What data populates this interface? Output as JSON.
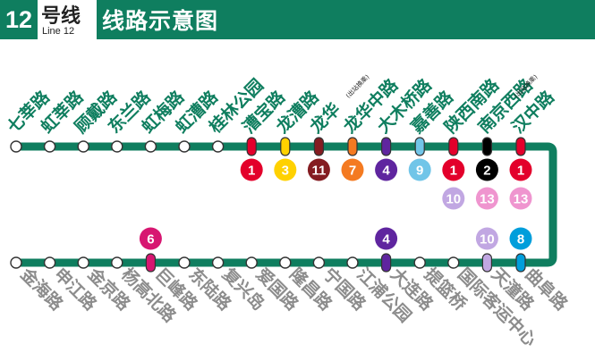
{
  "header": {
    "line_number": "12",
    "line_name_cn": "号线",
    "line_name_en": "Line 12",
    "title": "线路示意图"
  },
  "colors": {
    "line": "#0f7e5f",
    "upper_label": "#0f7e5f",
    "lower_label": "#8c8c8c"
  },
  "line_colors": {
    "1": "#e3002b",
    "3": "#ffd100",
    "4": "#5f259f",
    "6": "#d71671",
    "7": "#f47a21",
    "8": "#009edb",
    "9": "#71c5e8",
    "10": "#c1a7e2",
    "11": "#841c21",
    "13": "#ef95cf"
  },
  "stations_top": [
    {
      "name": "七莘路",
      "interchanges": []
    },
    {
      "name": "虹莘路",
      "interchanges": []
    },
    {
      "name": "顾戴路",
      "interchanges": []
    },
    {
      "name": "东兰路",
      "interchanges": []
    },
    {
      "name": "虹梅路",
      "interchanges": []
    },
    {
      "name": "虹漕路",
      "interchanges": []
    },
    {
      "name": "桂林公园",
      "interchanges": []
    },
    {
      "name": "漕宝路",
      "interchanges": [
        "1"
      ]
    },
    {
      "name": "龙漕路",
      "interchanges": [
        "3"
      ]
    },
    {
      "name": "龙华",
      "note": "(出站换乘)",
      "interchanges": [
        "11"
      ]
    },
    {
      "name": "龙华中路",
      "interchanges": [
        "7"
      ]
    },
    {
      "name": "大木桥路",
      "interchanges": [
        "4"
      ]
    },
    {
      "name": "嘉善路",
      "interchanges": [
        "9"
      ]
    },
    {
      "name": "陕西南路",
      "interchanges": [
        "1",
        "10"
      ]
    },
    {
      "name": "南京西路",
      "note": "(出站换乘)",
      "interchanges": [
        "2",
        "13"
      ]
    },
    {
      "name": "汉中路",
      "interchanges": [
        "1",
        "13"
      ]
    }
  ],
  "stations_bottom": [
    {
      "name": "金海路",
      "interchanges": []
    },
    {
      "name": "申江路",
      "interchanges": []
    },
    {
      "name": "金京路",
      "interchanges": []
    },
    {
      "name": "杨高北路",
      "interchanges": []
    },
    {
      "name": "巨峰路",
      "interchanges": [
        "6"
      ]
    },
    {
      "name": "东陆路",
      "interchanges": []
    },
    {
      "name": "复兴岛",
      "interchanges": []
    },
    {
      "name": "爱国路",
      "interchanges": []
    },
    {
      "name": "隆昌路",
      "interchanges": []
    },
    {
      "name": "宁国路",
      "interchanges": []
    },
    {
      "name": "江浦公园",
      "interchanges": []
    },
    {
      "name": "大连路",
      "interchanges": [
        "4"
      ]
    },
    {
      "name": "提篮桥",
      "interchanges": []
    },
    {
      "name": "国际客运中心",
      "interchanges": []
    },
    {
      "name": "天潼路",
      "interchanges": [
        "10"
      ]
    },
    {
      "name": "曲阜路",
      "interchanges": [
        "8"
      ]
    }
  ]
}
